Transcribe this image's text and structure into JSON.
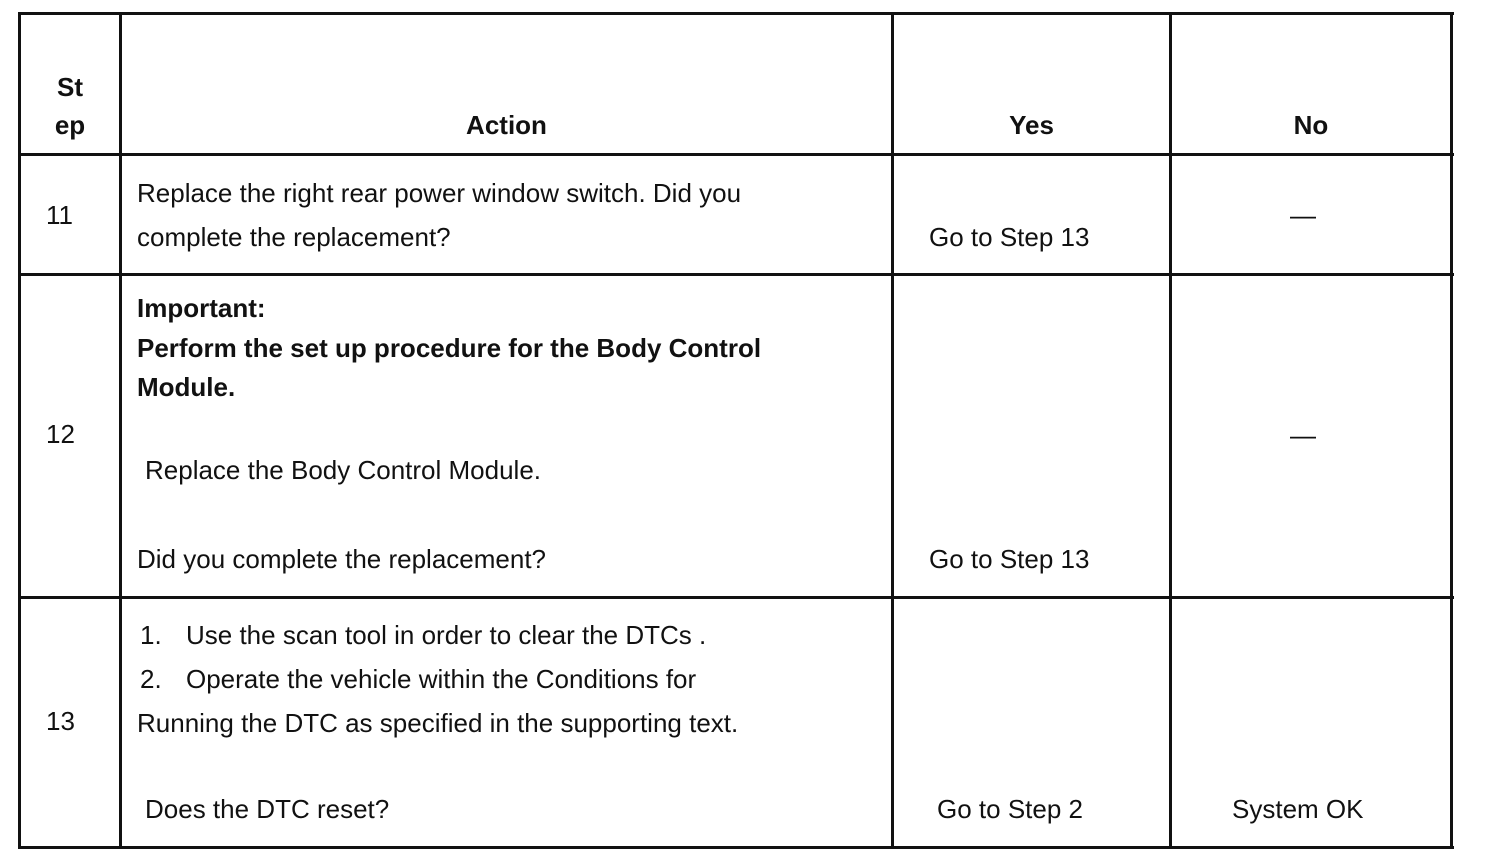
{
  "header": {
    "step_line1": "St",
    "step_line2": "ep",
    "action": "Action",
    "yes": "Yes",
    "no": "No"
  },
  "rows": [
    {
      "step": "11",
      "action": [
        "Replace the right rear power window switch. Did you",
        "complete the replacement?"
      ],
      "yes": "Go to Step 13",
      "no": "—"
    },
    {
      "step": "12",
      "important_label": "Important:",
      "important_text": [
        "Perform the set up procedure for the Body Control",
        "Module."
      ],
      "action": [
        "Replace the Body Control Module.",
        "Did you complete the replacement?"
      ],
      "yes": "Go to Step 13",
      "no": "—"
    },
    {
      "step": "13",
      "list": [
        {
          "num": "1.",
          "text": "Use the scan tool in order to clear the DTCs ."
        },
        {
          "num": "2.",
          "text": "Operate the vehicle within the Conditions for"
        }
      ],
      "continuation": "Running the DTC as specified in the supporting text.",
      "question": "Does the DTC reset?",
      "yes": "Go to Step 2",
      "no": "System OK"
    }
  ]
}
